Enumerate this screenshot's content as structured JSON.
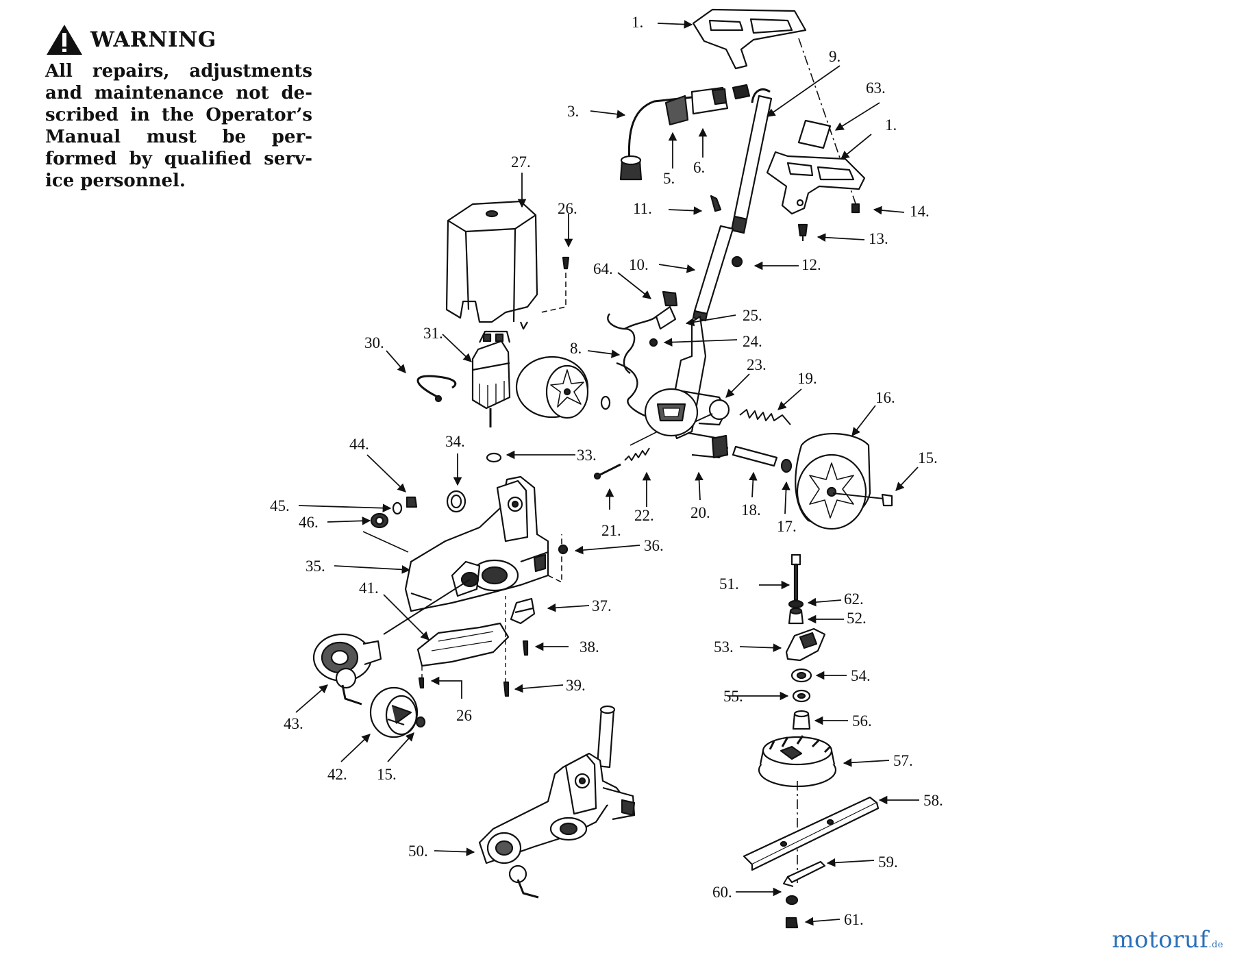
{
  "warning": {
    "title": "WARNING",
    "text": "All repairs, adjustments and maintenance not de­scribed in the Operator’s Manual must be per­formed by qualified serv­ice personnel."
  },
  "logo": {
    "name": "motoruf",
    "tld": ".de"
  },
  "colors": {
    "ink": "#111111",
    "paper": "#ffffff",
    "logo": "#2a6fb8"
  },
  "labels": {
    "l1a": "1.",
    "l9": "9.",
    "l63": "63.",
    "l3": "3.",
    "l1b": "1.",
    "l5": "5.",
    "l6": "6.",
    "l27": "27.",
    "l26a": "26.",
    "l11": "11.",
    "l14": "14.",
    "l13": "13.",
    "l64": "64.",
    "l10": "10.",
    "l12": "12.",
    "l25": "25.",
    "l30": "30.",
    "l31": "31.",
    "l8": "8.",
    "l24": "24.",
    "l23": "23.",
    "l19": "19.",
    "l16": "16.",
    "l15a": "15.",
    "l34": "34.",
    "l33": "33.",
    "l44": "44.",
    "l45": "45.",
    "l46": "46.",
    "l21": "21.",
    "l22": "22.",
    "l20": "20.",
    "l18": "18.",
    "l17": "17.",
    "l36": "36.",
    "l35": "35.",
    "l41": "41.",
    "l37": "37.",
    "l51": "51.",
    "l62": "62.",
    "l52": "52.",
    "l53": "53.",
    "l38": "38.",
    "l54": "54.",
    "l39": "39.",
    "l55": "55.",
    "l43": "43.",
    "l26b": "26",
    "l56": "56.",
    "l42": "42.",
    "l15b": "15.",
    "l57": "57.",
    "l58": "58.",
    "l50": "50.",
    "l59": "59.",
    "l60": "60.",
    "l61": "61."
  }
}
